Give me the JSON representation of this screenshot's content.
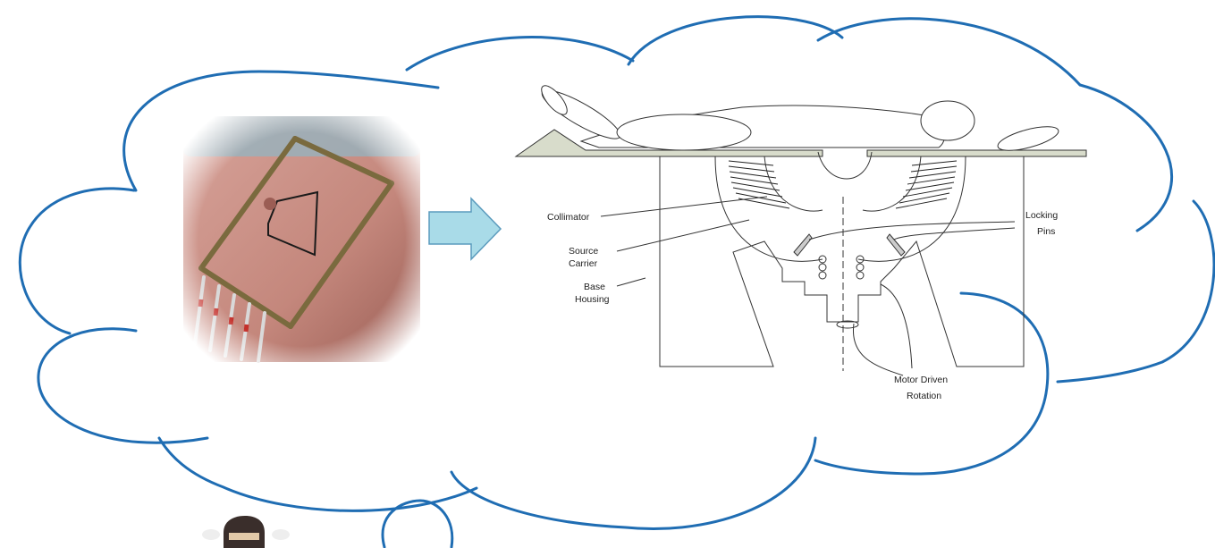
{
  "labels": {
    "collimator": "Collimator",
    "source_line1": "Source",
    "source_line2": "Carrier",
    "base_line1": "Base",
    "base_line2": "Housing",
    "locking_line1": "Locking",
    "locking_line2": "Pins",
    "motor_line1": "Motor Driven",
    "motor_line2": "Rotation"
  },
  "colors": {
    "cloud_stroke": "#1f6db3",
    "arrow_fill": "#a9dbe8",
    "arrow_stroke": "#5b9bbd",
    "table_fill": "#d8dccb",
    "skin": "#c78f86",
    "drawing_stroke": "#333333"
  },
  "icons": {
    "arrow": "right-arrow-icon",
    "person": "thinking-person-icon"
  }
}
